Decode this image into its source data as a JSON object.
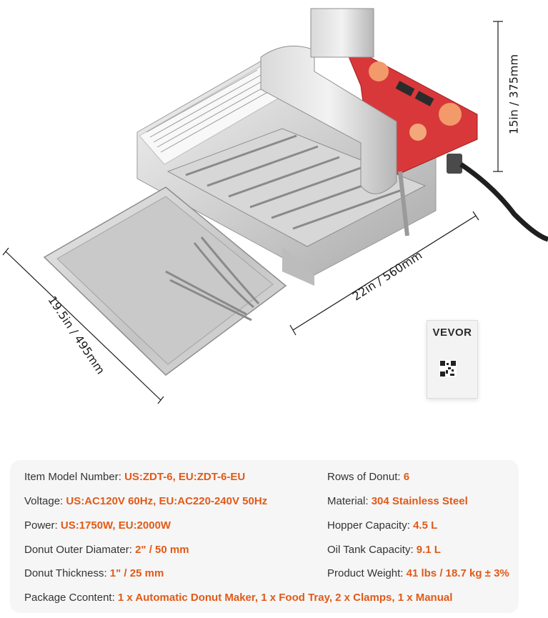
{
  "image": {
    "description_icon": "donut-maker-product-photo"
  },
  "dimensions": {
    "height": "15in / 375mm",
    "length": "22in / 560mm",
    "depth": "19.5in / 495mm"
  },
  "manual_card": {
    "brand": "VEVOR"
  },
  "specs": {
    "item_model": {
      "label": "Item Model Number:",
      "value": "US:ZDT-6, EU:ZDT-6-EU"
    },
    "voltage": {
      "label": "Voltage:",
      "value": "US:AC120V 60Hz, EU:AC220-240V 50Hz"
    },
    "power": {
      "label": "Power:",
      "value": "US:1750W, EU:2000W"
    },
    "outer_diameter": {
      "label": "Donut Outer Diamater:",
      "value": "2\" / 50 mm"
    },
    "thickness": {
      "label": "Donut Thickness:",
      "value": "1\" / 25 mm"
    },
    "package": {
      "label": "Package Ccontent:",
      "value": "1 x Automatic Donut Maker, 1 x Food Tray, 2 x Clamps, 1 x Manual"
    },
    "rows": {
      "label": "Rows of Donut:",
      "value": "6"
    },
    "material": {
      "label": "Material:",
      "value": "304 Stainless Steel"
    },
    "hopper": {
      "label": "Hopper Capacity:",
      "value": "4.5 L"
    },
    "oil_tank": {
      "label": "Oil Tank Capacity:",
      "value": "9.1 L"
    },
    "weight": {
      "label": "Product Weight:",
      "value": "41 lbs / 18.7 kg ± 3%"
    }
  },
  "colors": {
    "accent": "#e15a18",
    "text": "#333333",
    "panel": "#f6f6f6",
    "machine_red": "#d8383a"
  }
}
